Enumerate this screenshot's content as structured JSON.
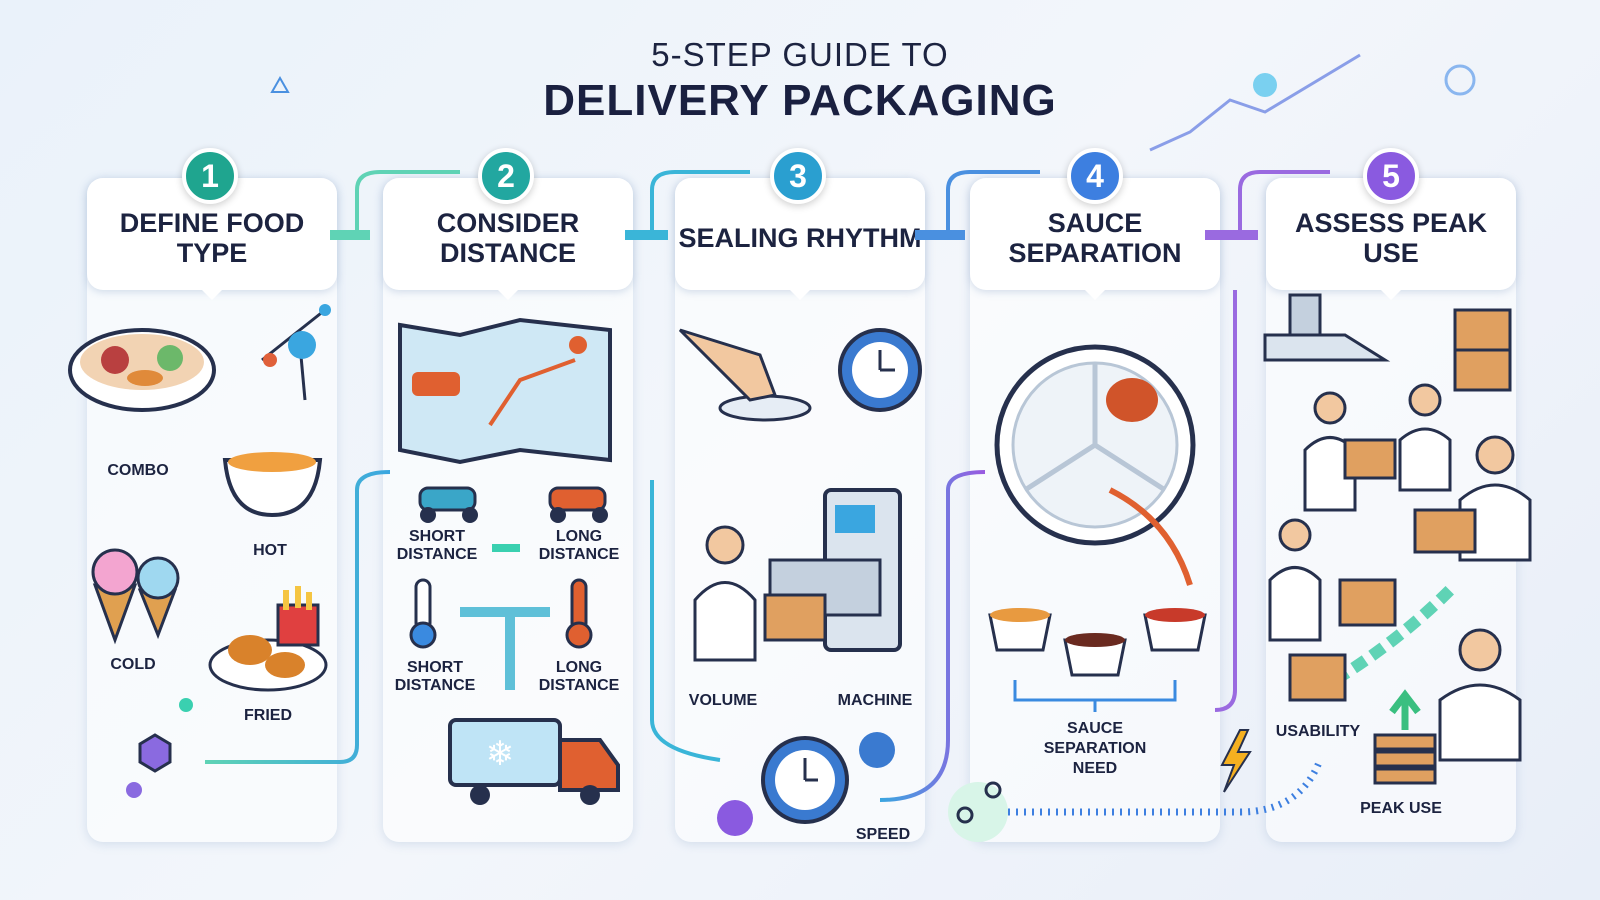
{
  "title": {
    "line1": "5-STEP GUIDE TO",
    "line2": "DELIVERY PACKAGING"
  },
  "colors": {
    "step1": "#1fa58f",
    "step2": "#22a7a0",
    "step3": "#2a9fd0",
    "step4": "#3d7fe0",
    "step5": "#8a5ae0",
    "text": "#1c2340"
  },
  "steps": [
    {
      "number": "1",
      "title": "DEFINE FOOD TYPE",
      "labels": [
        "COMBO",
        "HOT",
        "COLD",
        "FRIED"
      ]
    },
    {
      "number": "2",
      "title": "CONSIDER DISTANCE",
      "labels": [
        "SHORT DISTANCE",
        "LONG DISTANCE",
        "SHORT DISTANCE",
        "LONG DISTANCE"
      ]
    },
    {
      "number": "3",
      "title": "SEALING RHYTHM",
      "labels": [
        "VOLUME",
        "MACHINE",
        "SPEED"
      ]
    },
    {
      "number": "4",
      "title": "SAUCE SEPARATION",
      "labels": [
        "SAUCE SEPARATION NEED"
      ]
    },
    {
      "number": "5",
      "title": "ASSESS PEAK USE",
      "labels": [
        "USABILITY",
        "PEAK USE"
      ]
    }
  ]
}
